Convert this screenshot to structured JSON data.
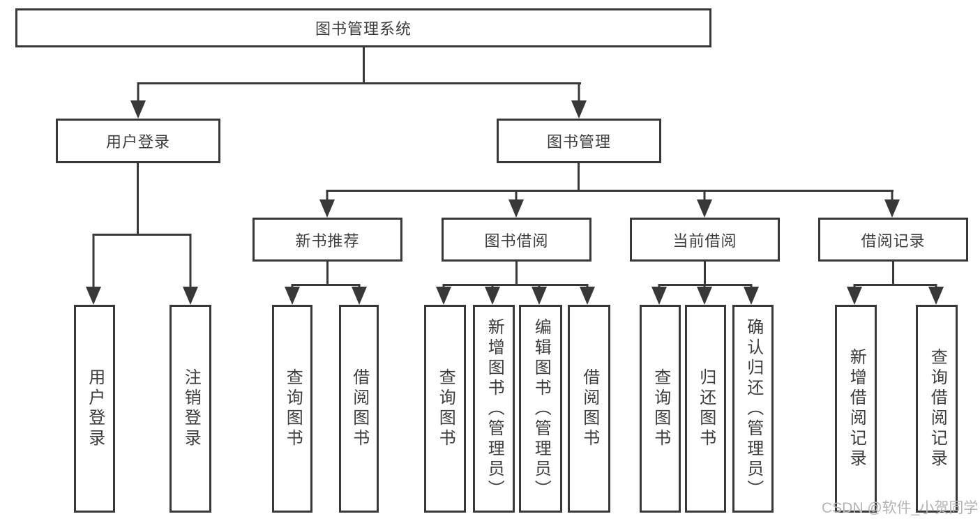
{
  "tree": {
    "label": "图书管理系统",
    "children": [
      {
        "label": "用户登录",
        "children": [
          {
            "label": "用户登录"
          },
          {
            "label": "注销登录"
          }
        ]
      },
      {
        "label": "图书管理",
        "children": [
          {
            "label": "新书推荐",
            "children": [
              {
                "label": "查询图书"
              },
              {
                "label": "借阅图书"
              }
            ]
          },
          {
            "label": "图书借阅",
            "children": [
              {
                "label": "查询图书"
              },
              {
                "label": "新增图书（管理员）"
              },
              {
                "label": "编辑图书（管理员）"
              },
              {
                "label": "借阅图书"
              }
            ]
          },
          {
            "label": "当前借阅",
            "children": [
              {
                "label": "查询图书"
              },
              {
                "label": "归还图书"
              },
              {
                "label": "确认归还（管理员）"
              }
            ]
          },
          {
            "label": "借阅记录",
            "children": [
              {
                "label": "新增借阅记录"
              },
              {
                "label": "查询借阅记录"
              }
            ]
          }
        ]
      }
    ]
  },
  "watermark": {
    "text": "CSDN @软件_小贺同学"
  },
  "colors": {
    "line": "#383838",
    "text": "#3d3d3d",
    "watermark": "#b4b4b4",
    "background": "#ffffff"
  }
}
